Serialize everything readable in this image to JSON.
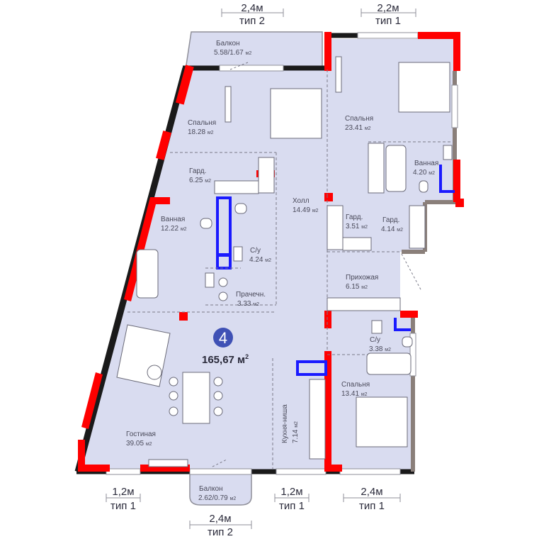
{
  "apartment": {
    "number": "4",
    "total_area": "165,67 м",
    "total_area_unit_sup": "2"
  },
  "rooms": {
    "balcony_top": {
      "name": "Балкон",
      "area": "5.58/1.67",
      "unit": "м2"
    },
    "bedroom_1": {
      "name": "Спальня",
      "area": "18.28",
      "unit": "м2"
    },
    "bedroom_2": {
      "name": "Спальня",
      "area": "23.41",
      "unit": "м2"
    },
    "wardrobe_1": {
      "name": "Гард.",
      "area": "6.25",
      "unit": "м2"
    },
    "bathroom_1": {
      "name": "Ванная",
      "area": "4.20",
      "unit": "м2"
    },
    "hall": {
      "name": "Холл",
      "area": "14.49",
      "unit": "м2"
    },
    "wardrobe_2": {
      "name": "Гард.",
      "area": "3.51",
      "unit": "м2"
    },
    "wardrobe_3": {
      "name": "Гард.",
      "area": "4.14",
      "unit": "м2"
    },
    "bathroom_2": {
      "name": "Ванная",
      "area": "12.22",
      "unit": "м2"
    },
    "wc_1": {
      "name": "С/у",
      "area": "4.24",
      "unit": "м2"
    },
    "laundry": {
      "name": "Прачечн.",
      "area": "3.33",
      "unit": "м2"
    },
    "entrance": {
      "name": "Прихожая",
      "area": "6.15",
      "unit": "м2"
    },
    "wc_2": {
      "name": "С/у",
      "area": "3.38",
      "unit": "м2"
    },
    "bedroom_3": {
      "name": "Спальня",
      "area": "13.41",
      "unit": "м2"
    },
    "kitchen": {
      "name": "Кухня-ниша",
      "area": "7.14",
      "unit": "м2"
    },
    "living": {
      "name": "Гостиная",
      "area": "39.05",
      "unit": "м2"
    },
    "balcony_bottom": {
      "name": "Балкон",
      "area": "2.62/0.79",
      "unit": "м2"
    }
  },
  "dimensions": {
    "top_left": {
      "size": "2,4м",
      "type": "тип 2"
    },
    "top_right": {
      "size": "2,2м",
      "type": "тип 1"
    },
    "bottom_1": {
      "size": "1,2м",
      "type": "тип 1"
    },
    "bottom_2": {
      "size": "1,2м",
      "type": "тип 1"
    },
    "bottom_3": {
      "size": "2,4м",
      "type": "тип 1"
    },
    "bottom_4": {
      "size": "2,4м",
      "type": "тип 2"
    }
  },
  "colors": {
    "floor": "#d9dcf0",
    "wall": "#1a1a1a",
    "window_red": "#ff0000",
    "ventilation_blue": "#1a1aff",
    "badge": "#3f51b5",
    "outer_grey": "#8a7f7a"
  }
}
